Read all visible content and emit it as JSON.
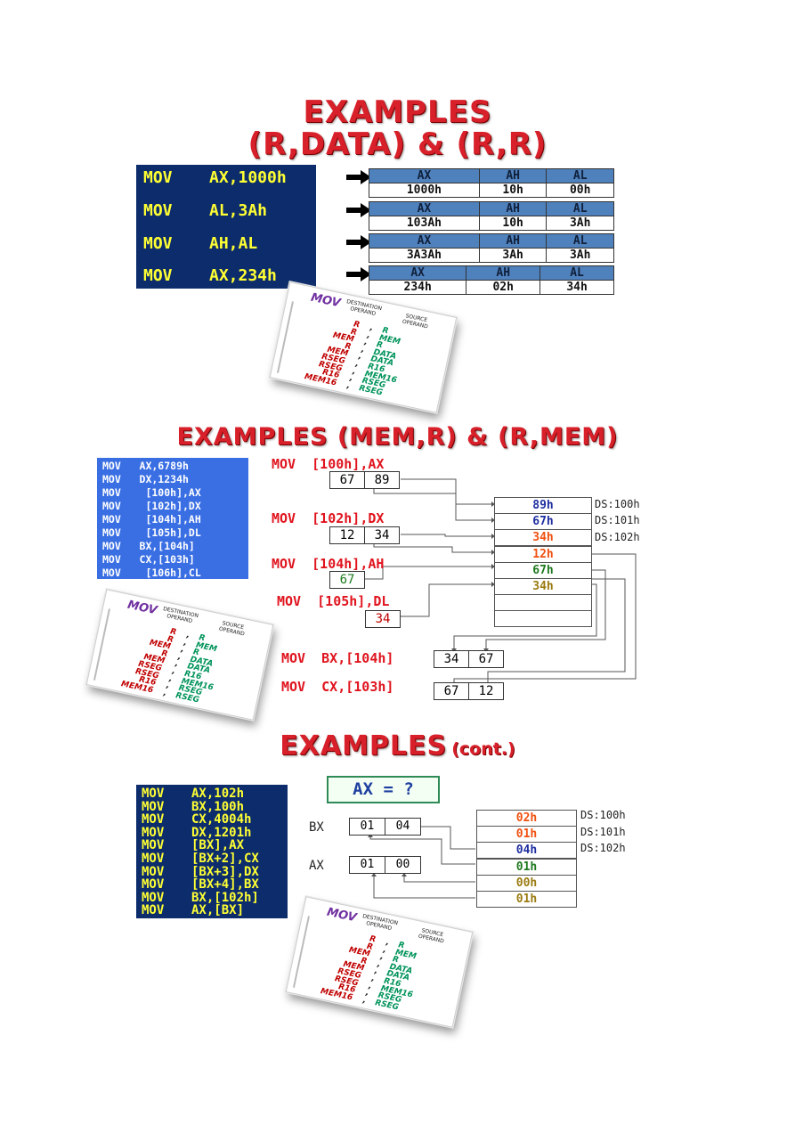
{
  "section1": {
    "title_line1": "EXAMPLES",
    "title_line2": "(R,DATA) & (R,R)",
    "code": [
      {
        "op": "MOV",
        "args": "AX,1000h"
      },
      {
        "op": "MOV",
        "args": "AL,3Ah"
      },
      {
        "op": "MOV",
        "args": "AH,AL"
      },
      {
        "op": "MOV",
        "args": "AX,234h"
      }
    ],
    "reg_headers": [
      "AX",
      "AH",
      "AL"
    ],
    "reg_rows": [
      [
        "1000h",
        "10h",
        "00h"
      ],
      [
        "103Ah",
        "10h",
        "3Ah"
      ],
      [
        "3A3Ah",
        "3Ah",
        "3Ah"
      ],
      [
        "234h",
        "02h",
        "34h"
      ]
    ]
  },
  "card": {
    "mov": "MOV",
    "dest_header": "DESTINATION\nOPERAND",
    "src_header": "SOURCE\nOPERAND",
    "comma": ",",
    "rows": [
      {
        "dest": "R",
        "src": "R"
      },
      {
        "dest": "R",
        "src": "MEM"
      },
      {
        "dest": "MEM",
        "src": "R"
      },
      {
        "dest": "R",
        "src": "DATA"
      },
      {
        "dest": "MEM",
        "src": "DATA"
      },
      {
        "dest": "RSEG",
        "src": "R16"
      },
      {
        "dest": "RSEG",
        "src": "MEM16"
      },
      {
        "dest": "R16",
        "src": "RSEG"
      },
      {
        "dest": "MEM16",
        "src": "RSEG"
      }
    ]
  },
  "section2": {
    "title": "EXAMPLES (MEM,R) & (R,MEM)",
    "code": [
      "MOV   AX,6789h",
      "MOV   DX,1234h",
      "MOV    [100h],AX",
      "MOV    [102h],DX",
      "MOV    [104h],AH",
      "MOV    [105h],DL",
      "MOV   BX,[104h]",
      "MOV   CX,[103h]",
      "MOV    [106h],CL"
    ],
    "instr": [
      "MOV  [100h],AX",
      "MOV  [102h],DX",
      "MOV  [104h],AH",
      "MOV  [105h],DL",
      "MOV  BX,[104h]",
      "MOV  CX,[103h]"
    ],
    "ax_cells": [
      "67",
      "89"
    ],
    "dx_cells": [
      "12",
      "34"
    ],
    "ah_cell": "67",
    "dl_cell": "34",
    "bx_cells": [
      "34",
      "67"
    ],
    "cx_cells": [
      "67",
      "12"
    ],
    "memory": [
      {
        "value": "89h",
        "color": "#1f2fa0"
      },
      {
        "value": "67h",
        "color": "#1f2fa0"
      },
      {
        "value": "34h",
        "color": "#f05010"
      },
      {
        "value": "12h",
        "color": "#f05010"
      },
      {
        "value": "67h",
        "color": "#1e7a1e"
      },
      {
        "value": "34h",
        "color": "#9a7a10"
      },
      {
        "value": "",
        "color": "#000"
      },
      {
        "value": "",
        "color": "#000"
      }
    ],
    "ds_labels": [
      "DS:100h",
      "DS:101h",
      "DS:102h"
    ]
  },
  "section3": {
    "title_main": "EXAMPLES",
    "title_small": "(cont.)",
    "code": [
      {
        "op": "MOV",
        "args": "AX,102h"
      },
      {
        "op": "MOV",
        "args": "BX,100h"
      },
      {
        "op": "MOV",
        "args": "CX,4004h"
      },
      {
        "op": "MOV",
        "args": "DX,1201h"
      },
      {
        "op": "MOV",
        "args": "[BX],AX"
      },
      {
        "op": "MOV",
        "args": "[BX+2],CX"
      },
      {
        "op": "MOV",
        "args": "[BX+3],DX"
      },
      {
        "op": "MOV",
        "args": "[BX+4],BX"
      },
      {
        "op": "MOV",
        "args": "BX,[102h]"
      },
      {
        "op": "MOV",
        "args": "AX,[BX]"
      }
    ],
    "question": "AX = ?",
    "bx_label": "BX",
    "ax_label": "AX",
    "bx_cells": [
      "01",
      "04"
    ],
    "ax_cells": [
      "01",
      "00"
    ],
    "memory": [
      {
        "value": "02h",
        "color": "#f05010"
      },
      {
        "value": "01h",
        "color": "#f05010"
      },
      {
        "value": "04h",
        "color": "#1f2fa0"
      },
      {
        "value": "01h",
        "color": "#1e7a1e"
      },
      {
        "value": "00h",
        "color": "#9a7a10"
      },
      {
        "value": "01h",
        "color": "#9a7a10"
      }
    ],
    "ds_labels": [
      "DS:100h",
      "DS:101h",
      "DS:102h"
    ]
  },
  "colors": {
    "title_red": "#d8202a",
    "code_navy": "#0c2c6c",
    "code_yellow": "#ffff33",
    "code_blue": "#3a6fe4",
    "reg_header_blue": "#4f81bd",
    "instr_red": "#e0141e"
  },
  "icons": [
    "right-arrow-icon"
  ]
}
